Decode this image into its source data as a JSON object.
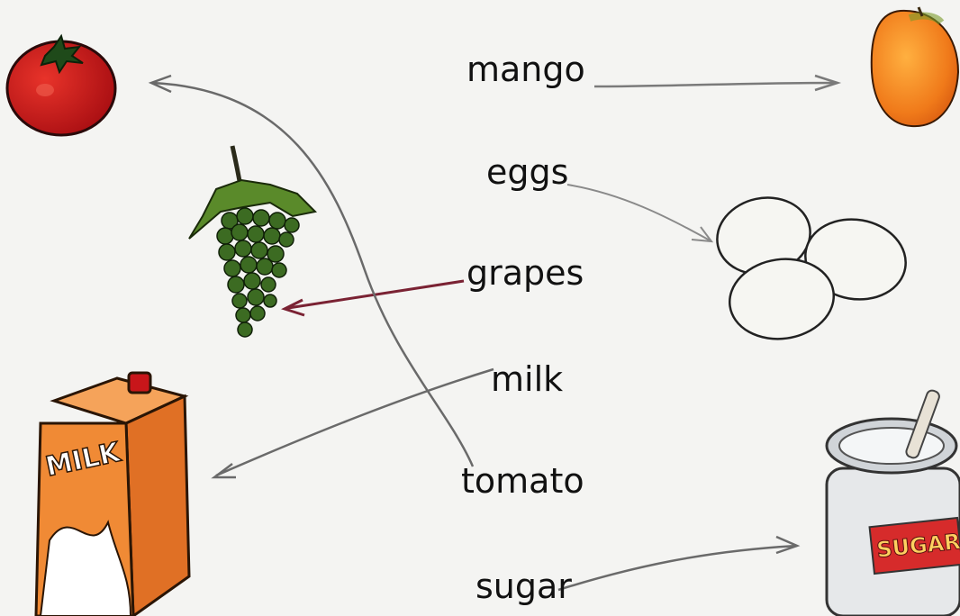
{
  "words": {
    "mango": "mango",
    "eggs": "eggs",
    "grapes": "grapes",
    "milk": "milk",
    "tomato": "tomato",
    "sugar": "sugar"
  },
  "pictures": {
    "milk_carton_label": "MILK",
    "sugar_jar_label": "SUGAR"
  },
  "matches": [
    {
      "word": "mango",
      "picture": "mango"
    },
    {
      "word": "eggs",
      "picture": "eggs"
    },
    {
      "word": "grapes",
      "picture": "grapes"
    },
    {
      "word": "milk",
      "picture": "milk"
    },
    {
      "word": "tomato",
      "picture": "tomato"
    },
    {
      "word": "sugar",
      "picture": "sugar"
    }
  ],
  "colors": {
    "pencil_line": "#7a7a7a",
    "grapes_line": "#7a2233",
    "tomato": "#c0171a",
    "mango": "#f07a1a",
    "grapes": "#3c6b22",
    "milk_carton": "#f08a35",
    "sugar_label": "#d62b2b"
  }
}
